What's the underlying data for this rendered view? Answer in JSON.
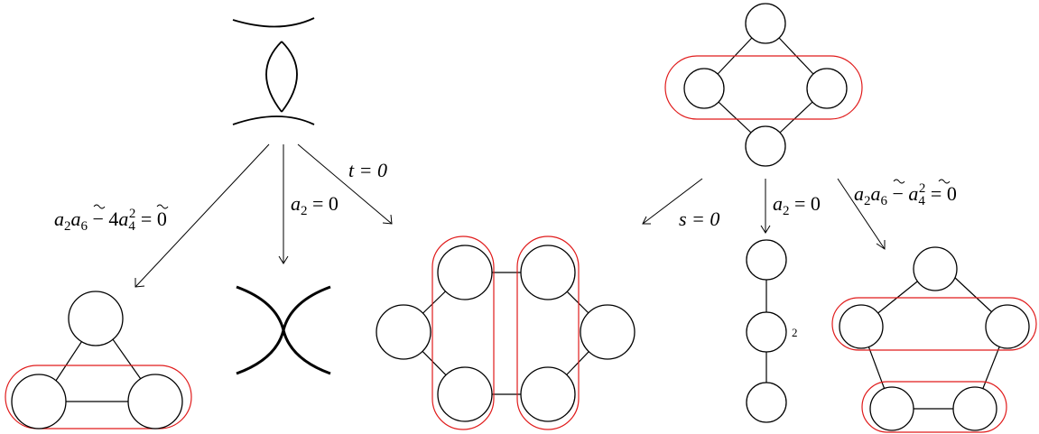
{
  "labels": {
    "left_arrow_1": {
      "base": "a",
      "sub1": "2",
      "tilde1": "a",
      "sub2": "6",
      "minus": " − 4",
      "tilde2": "a",
      "sub3": "4",
      "sup3": "2",
      "rhs": " = 0"
    },
    "left_arrow_2": {
      "base": "a",
      "sub": "2",
      "rhs": " = 0"
    },
    "left_arrow_3": {
      "text": "t = 0"
    },
    "right_arrow_1": {
      "text": "s = 0"
    },
    "right_arrow_2": {
      "base": "a",
      "sub": "2",
      "rhs": " = 0"
    },
    "right_arrow_3": {
      "base": "a",
      "sub1": "2",
      "tilde1": "a",
      "sub2": "6",
      "minus": " − ",
      "tilde2": "a",
      "sub3": "4",
      "sup3": "2",
      "rhs": " = 0"
    },
    "multiplicity": "2"
  },
  "colors": {
    "group_outline": "#e01b1b",
    "stroke": "#000000"
  }
}
